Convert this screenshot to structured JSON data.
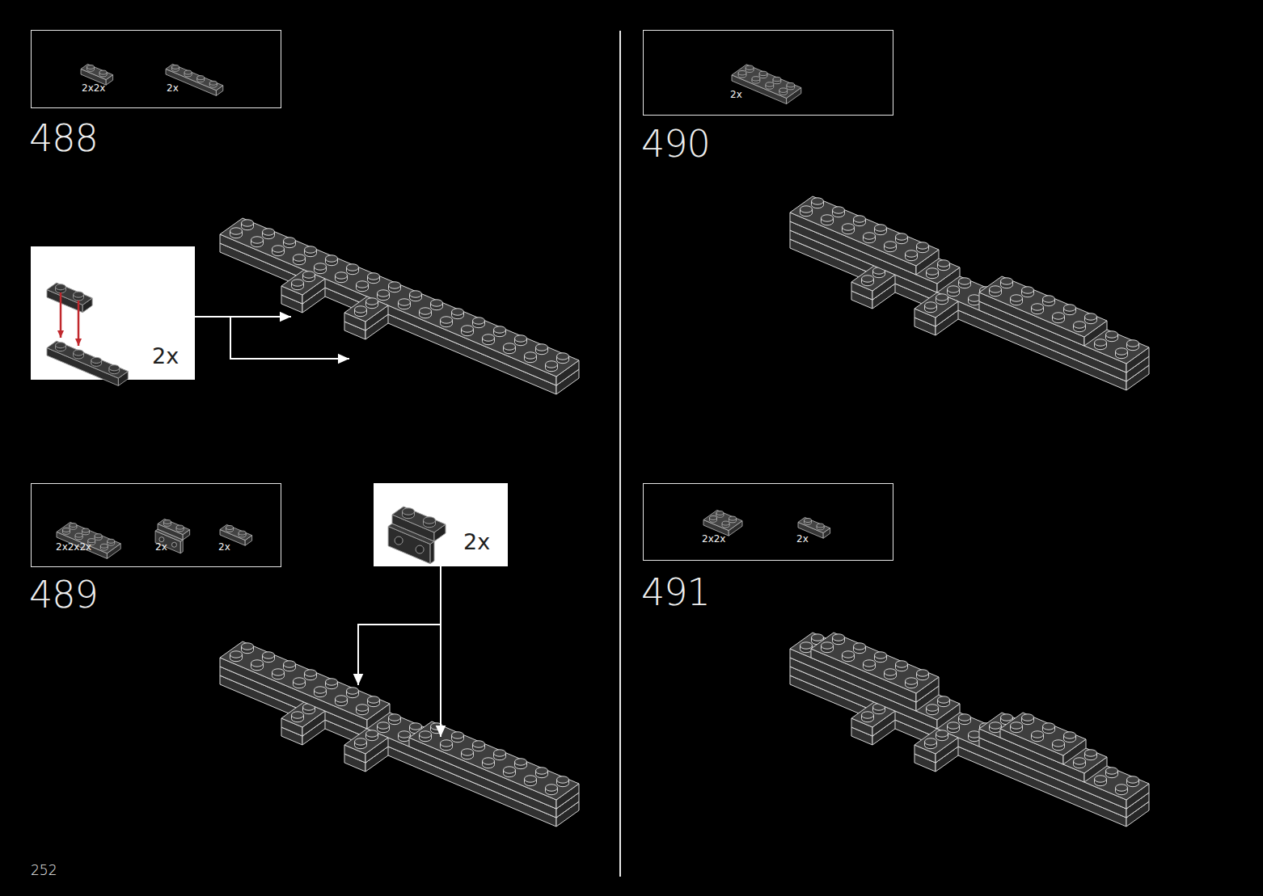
{
  "diagram": {
    "nodes": [
      {
        "text": [
          "2x2x",
          "2x"
        ]
      },
      {
        "text": [
          "2x"
        ]
      },
      {
        "text": [
          "2x2x2x",
          "2x",
          "2x"
        ]
      },
      {
        "text": [
          "2x"
        ]
      },
      {
        "text": [
          "2x"
        ]
      },
      {
        "text": [
          "2x2x",
          "2x"
        ]
      }
    ],
    "labels": [
      "488",
      "489",
      "490",
      "491",
      "252"
    ]
  }
}
